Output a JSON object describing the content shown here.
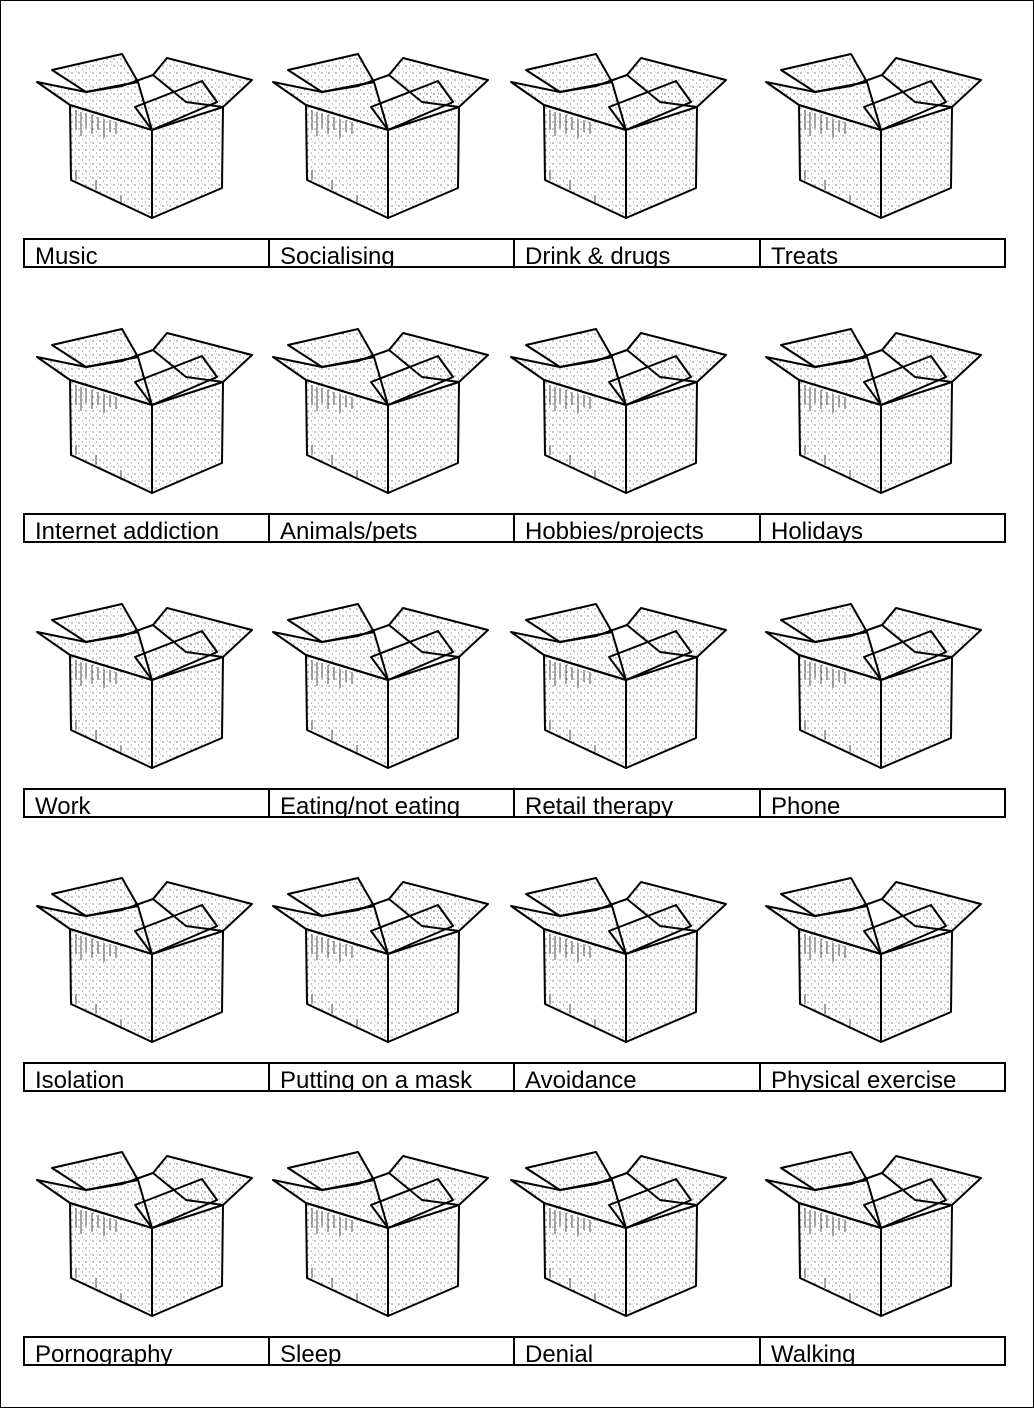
{
  "rows": [
    {
      "labels": [
        "Music",
        "Socialising",
        "Drink & drugs",
        "Treats"
      ]
    },
    {
      "labels": [
        "Internet addiction",
        "Animals/pets",
        "Hobbies/projects",
        "Holidays"
      ]
    },
    {
      "labels": [
        "Work",
        "Eating/not eating",
        "Retail therapy",
        "Phone"
      ]
    },
    {
      "labels": [
        "Isolation",
        "Putting on a mask",
        "Avoidance",
        "Physical exercise"
      ]
    },
    {
      "labels": [
        "Pornography",
        "Sleep",
        "Denial",
        "Walking"
      ]
    }
  ]
}
